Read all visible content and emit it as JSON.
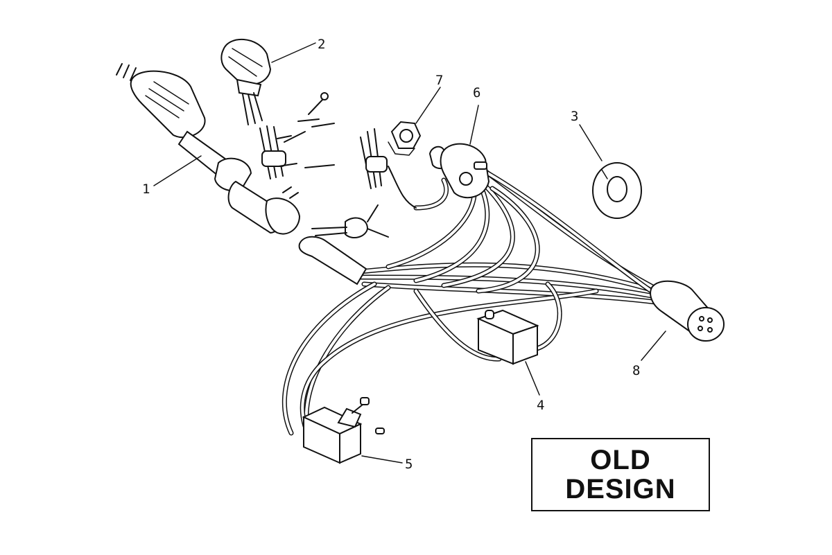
{
  "callouts": [
    {
      "id": "1",
      "label": "1"
    },
    {
      "id": "2",
      "label": "2"
    },
    {
      "id": "3",
      "label": "3"
    },
    {
      "id": "4",
      "label": "4"
    },
    {
      "id": "5",
      "label": "5"
    },
    {
      "id": "6",
      "label": "6"
    },
    {
      "id": "7",
      "label": "7"
    },
    {
      "id": "8",
      "label": "8"
    }
  ],
  "badge": {
    "line1": "OLD",
    "line2": "DESIGN"
  },
  "colors": {
    "ink": "#111111",
    "background": "#ffffff"
  }
}
